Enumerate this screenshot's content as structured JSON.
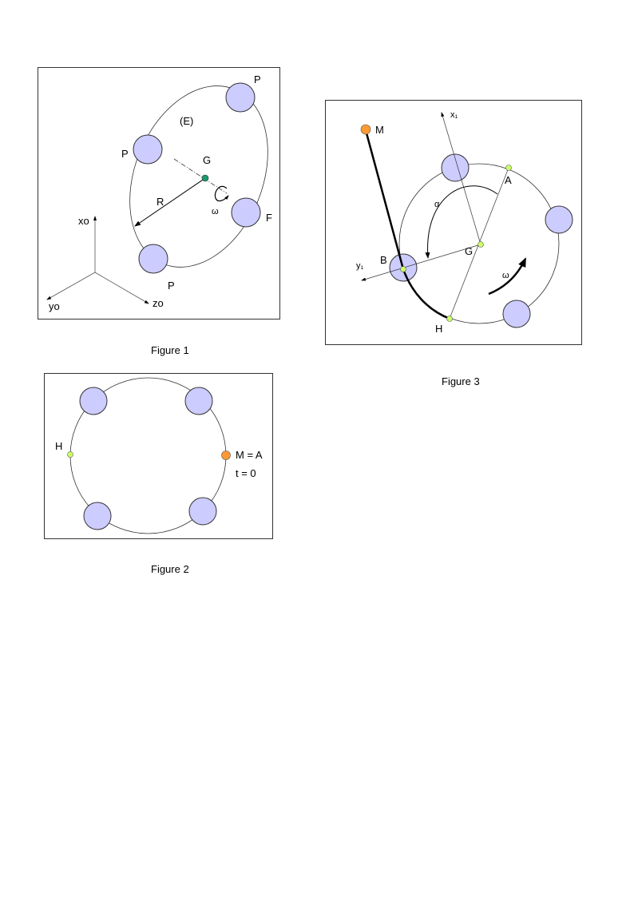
{
  "figure1": {
    "caption": "Figure 1",
    "labels": {
      "P_top": "P",
      "P_left": "P",
      "P_bottom": "P",
      "F": "F",
      "E": "(E)",
      "G": "G",
      "R": "R",
      "omega": "ω",
      "xo": "xo",
      "yo": "yo",
      "zo": "zo"
    }
  },
  "figure2": {
    "caption": "Figure 2",
    "labels": {
      "H": "H",
      "M": "M = A",
      "t": "t = 0"
    }
  },
  "figure3": {
    "caption": "Figure 3",
    "labels": {
      "M": "M",
      "x1": "x₁",
      "y1": "y₁",
      "A": "A",
      "B": "B",
      "G": "G",
      "H": "H",
      "alpha": "α",
      "omega": "ω"
    }
  },
  "colors": {
    "ball": "#ccccff",
    "green_dot": "#1a9a70",
    "point": "#ccff66",
    "mass": "#ff9933"
  }
}
